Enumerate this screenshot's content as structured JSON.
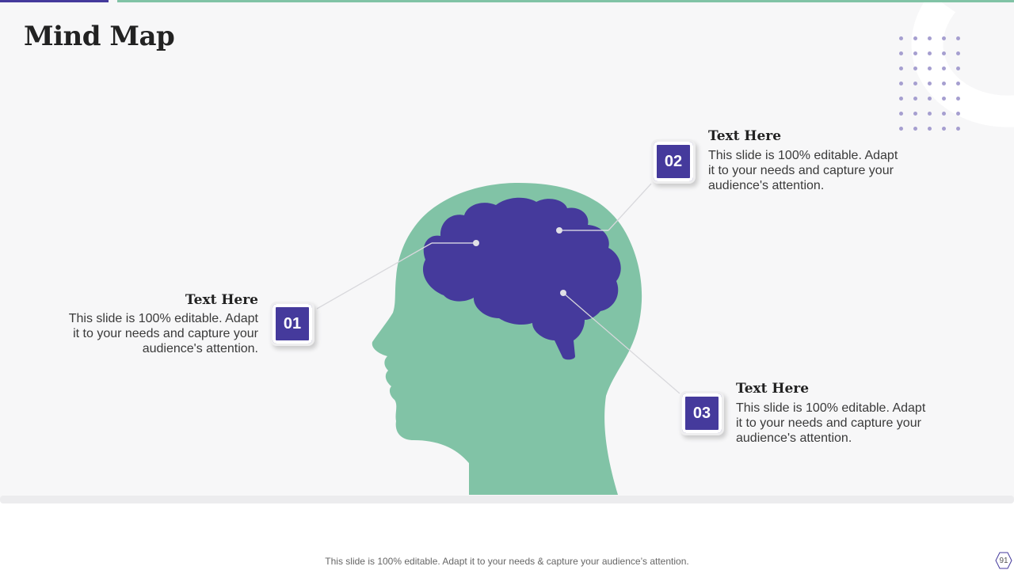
{
  "slide": {
    "title": "Mind Map",
    "footer": "This slide is 100% editable. Adapt it to your needs & capture your audience’s attention.",
    "page_number": "91"
  },
  "colors": {
    "accent_purple": "#453a9c",
    "accent_green": "#81c3a6",
    "background": "#f7f7f8"
  },
  "items": [
    {
      "number": "01",
      "title": "Text Here",
      "body": "This slide is 100% editable. Adapt it to your needs and capture your audience's attention."
    },
    {
      "number": "02",
      "title": "Text Here",
      "body": "This slide is 100% editable. Adapt it to your needs and capture your audience's attention."
    },
    {
      "number": "03",
      "title": "Text Here",
      "body": "This slide is 100% editable. Adapt it to your needs and capture your audience's attention."
    }
  ],
  "icons": [
    "head-silhouette-icon",
    "brain-icon",
    "dot-grid-decoration"
  ]
}
